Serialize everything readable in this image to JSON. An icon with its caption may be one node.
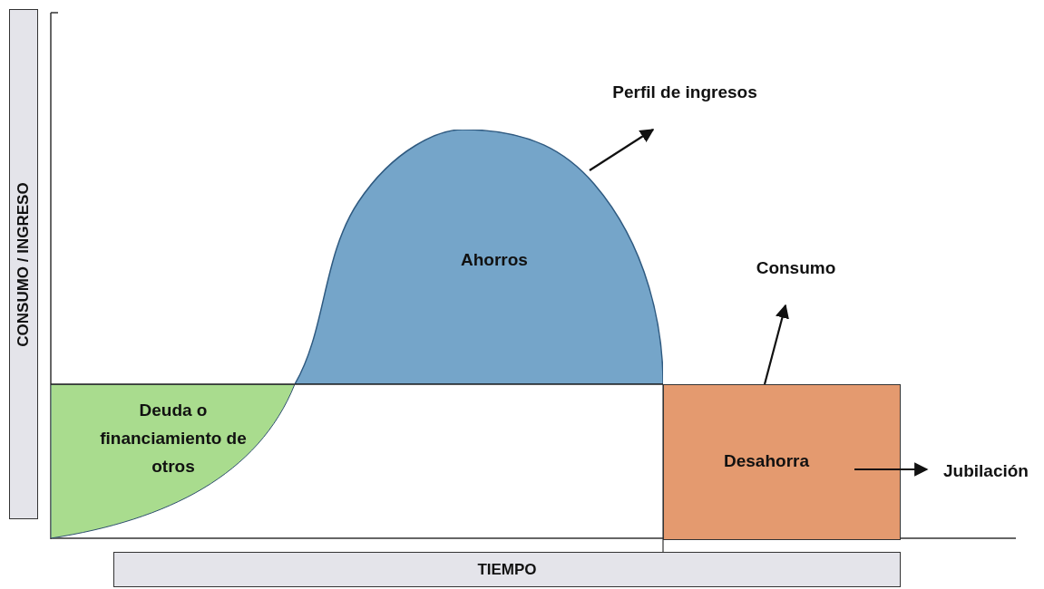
{
  "diagram": {
    "nodes": [
      {
        "text": [
          "CONSUMO / INGRESO"
        ]
      },
      {
        "text": [
          "Deuda o financiamiento de otros"
        ]
      },
      {
        "text": [
          "Ahorros"
        ]
      },
      {
        "text": [
          "Perfil de ingresos"
        ]
      },
      {
        "text": [
          "Consumo"
        ]
      },
      {
        "text": [
          "Desahorra"
        ]
      },
      {
        "text": [
          "Jubilación"
        ]
      },
      {
        "text": [
          "TIEMPO"
        ]
      }
    ],
    "edges": [
      {
        "from": 2,
        "to": 3,
        "arrow": "to"
      },
      {
        "from": 5,
        "to": 4,
        "arrow": "to"
      },
      {
        "from": 5,
        "to": 6,
        "arrow": "to"
      }
    ]
  }
}
